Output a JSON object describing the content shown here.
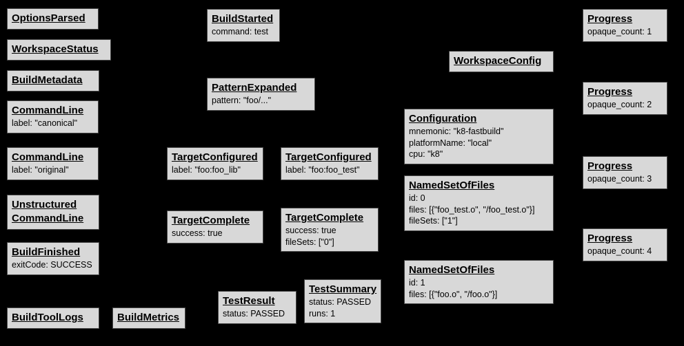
{
  "canvas": {
    "background_color": "#000000",
    "node_fill_color": "#d8d8d8",
    "node_border_color": "#4a4a4a",
    "node_text_color": "#000000"
  },
  "nodes": [
    {
      "title": "OptionsParsed",
      "lines": []
    },
    {
      "title": "WorkspaceStatus",
      "lines": []
    },
    {
      "title": "BuildMetadata",
      "lines": []
    },
    {
      "title": "CommandLine",
      "lines": [
        "label: \"canonical\""
      ]
    },
    {
      "title": "CommandLine",
      "lines": [
        "label: \"original\""
      ]
    },
    {
      "title": "Unstructured\nCommandLine",
      "lines": []
    },
    {
      "title": "BuildFinished",
      "lines": [
        "exitCode: SUCCESS"
      ]
    },
    {
      "title": "BuildToolLogs",
      "lines": []
    },
    {
      "title": "BuildMetrics",
      "lines": []
    },
    {
      "title": "BuildStarted",
      "lines": [
        "command: test"
      ]
    },
    {
      "title": "PatternExpanded",
      "lines": [
        "pattern: \"foo/...\""
      ]
    },
    {
      "title": "TargetConfigured",
      "lines": [
        "label: \"foo:foo_lib\""
      ]
    },
    {
      "title": "TargetConfigured",
      "lines": [
        "label: \"foo:foo_test\""
      ]
    },
    {
      "title": "TargetComplete",
      "lines": [
        "success: true"
      ]
    },
    {
      "title": "TargetComplete",
      "lines": [
        "success: true",
        "fileSets: [\"0\"]"
      ]
    },
    {
      "title": "TestResult",
      "lines": [
        "status: PASSED"
      ]
    },
    {
      "title": "TestSummary",
      "lines": [
        "status: PASSED",
        "runs: 1"
      ]
    },
    {
      "title": "WorkspaceConfig",
      "lines": []
    },
    {
      "title": "Configuration",
      "lines": [
        "mnemonic: \"k8-fastbuild\"",
        "platformName: \"local\"",
        "cpu: \"k8\""
      ]
    },
    {
      "title": "NamedSetOfFiles",
      "lines": [
        "id: 0",
        "files: [{\"foo_test.o\", \"/foo_test.o\"}]",
        "fileSets: [\"1\"]"
      ]
    },
    {
      "title": "NamedSetOfFiles",
      "lines": [
        "id: 1",
        "files: [{\"foo.o\", \"/foo.o\"}]"
      ]
    },
    {
      "title": "Progress",
      "lines": [
        "opaque_count: 1"
      ]
    },
    {
      "title": "Progress",
      "lines": [
        "opaque_count: 2"
      ]
    },
    {
      "title": "Progress",
      "lines": [
        "opaque_count: 3"
      ]
    },
    {
      "title": "Progress",
      "lines": [
        "opaque_count: 4"
      ]
    }
  ]
}
